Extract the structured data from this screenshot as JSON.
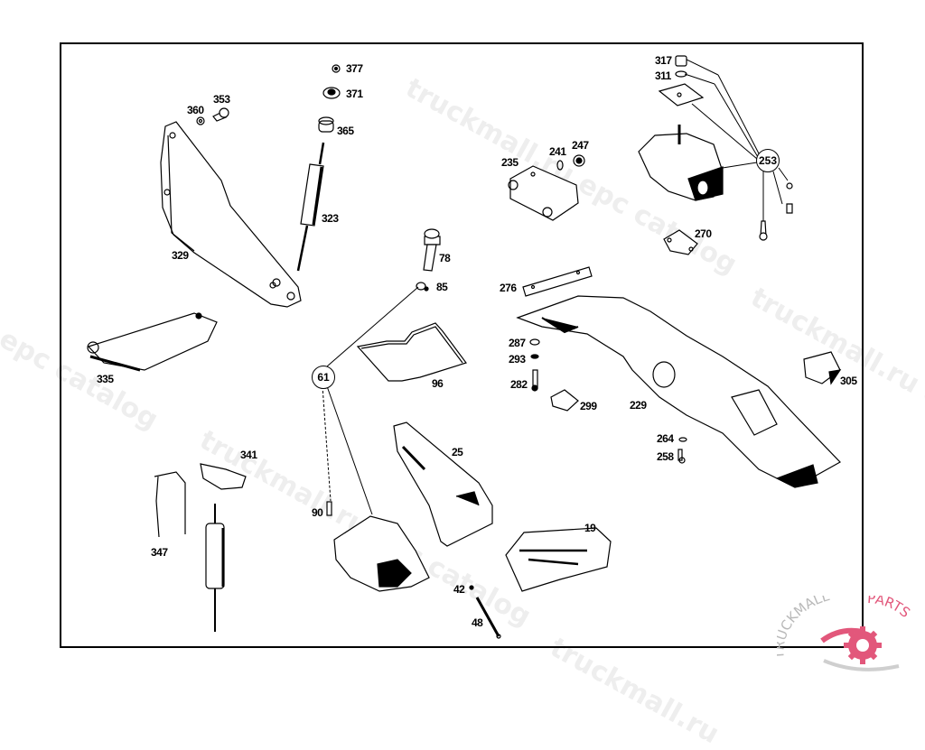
{
  "diagram": {
    "type": "exploded-parts-diagram",
    "subject": "engine / transmission mounting parts",
    "part_labels": [
      {
        "id": "377",
        "text": "377"
      },
      {
        "id": "371",
        "text": "371"
      },
      {
        "id": "365",
        "text": "365"
      },
      {
        "id": "353",
        "text": "353"
      },
      {
        "id": "360",
        "text": "360"
      },
      {
        "id": "323",
        "text": "323"
      },
      {
        "id": "329",
        "text": "329"
      },
      {
        "id": "335",
        "text": "335"
      },
      {
        "id": "78",
        "text": "78"
      },
      {
        "id": "85",
        "text": "85"
      },
      {
        "id": "96",
        "text": "96"
      },
      {
        "id": "235",
        "text": "235"
      },
      {
        "id": "241",
        "text": "241"
      },
      {
        "id": "247",
        "text": "247"
      },
      {
        "id": "317",
        "text": "317"
      },
      {
        "id": "311",
        "text": "311"
      },
      {
        "id": "270",
        "text": "270"
      },
      {
        "id": "276",
        "text": "276"
      },
      {
        "id": "287",
        "text": "287"
      },
      {
        "id": "293",
        "text": "293"
      },
      {
        "id": "282",
        "text": "282"
      },
      {
        "id": "299",
        "text": "299"
      },
      {
        "id": "229",
        "text": "229"
      },
      {
        "id": "305",
        "text": "305"
      },
      {
        "id": "264",
        "text": "264"
      },
      {
        "id": "258",
        "text": "258"
      },
      {
        "id": "341",
        "text": "341"
      },
      {
        "id": "347",
        "text": "347"
      },
      {
        "id": "25",
        "text": "25"
      },
      {
        "id": "19",
        "text": "19"
      },
      {
        "id": "90",
        "text": "90"
      },
      {
        "id": "42",
        "text": "42"
      },
      {
        "id": "48",
        "text": "48"
      }
    ],
    "callouts": [
      {
        "id": "61",
        "text": "61"
      },
      {
        "id": "253",
        "text": "253"
      }
    ]
  },
  "watermarks": [
    "truckmall.ru epc catalog",
    "l epc catalog",
    "truckmall.ru epc catalog",
    "truckmall.ru e",
    "truckmall.ru"
  ],
  "logo": {
    "text_left": "TRUCKMALL",
    "text_right": "PARTS",
    "color_gray": "#b9b9b9",
    "color_brand": "#e2577b"
  }
}
